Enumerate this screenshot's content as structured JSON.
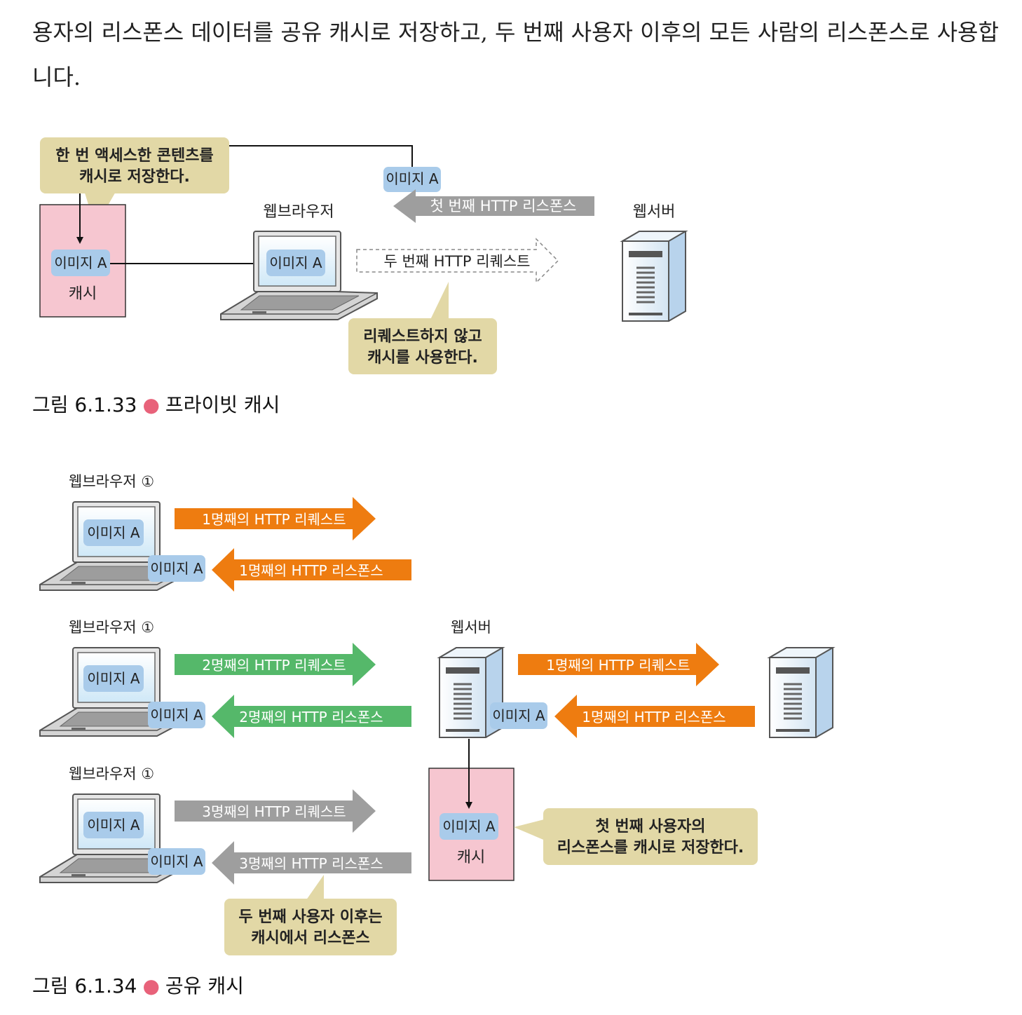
{
  "intro_text": "용자의 리스폰스 데이터를 공유 캐시로 저장하고, 두 번째 사용자 이후의 모든 사람의 리스폰스로 사용합니다.",
  "fig1": {
    "caption_number": "그림 6.1.33",
    "caption_title": "프라이빗 캐시",
    "callout_top": [
      "한 번 액세스한 콘텐츠를",
      "캐시로 저장한다."
    ],
    "cache_image": "이미지 A",
    "cache_label": "캐시",
    "browser_label": "웹브라우저",
    "browser_image": "이미지 A",
    "server_label": "웹서버",
    "response_image": "이미지 A",
    "first_response": "첫 번째 HTTP 리스폰스",
    "second_request": "두 번째 HTTP 리퀘스트",
    "callout_bottom": [
      "리퀘스트하지 않고",
      "캐시를 사용한다."
    ]
  },
  "fig2": {
    "caption_number": "그림 6.1.34",
    "caption_title": "공유 캐시",
    "browser_label": "웹브라우저 ①",
    "image_label": "이미지 A",
    "rows": [
      {
        "request": "1명째의 HTTP 리퀘스트",
        "response": "1명째의 HTTP 리스폰스",
        "color": "#ee7c10"
      },
      {
        "request": "2명째의 HTTP 리퀘스트",
        "response": "2명째의 HTTP 리스폰스",
        "color": "#55b86a"
      },
      {
        "request": "3명째의 HTTP 리퀘스트",
        "response": "3명째의 HTTP 리스폰스",
        "color": "#9e9e9e"
      }
    ],
    "proxy_label": "웹서버",
    "origin_request": "1명째의 HTTP 리퀘스트",
    "origin_response": "1명째의 HTTP 리스폰스",
    "origin_image": "이미지 A",
    "cache_image": "이미지 A",
    "cache_label": "캐시",
    "callout_cache": [
      "첫 번째 사용자의",
      "리스폰스를 캐시로 저장한다."
    ],
    "callout_bottom": [
      "두 번째 사용자 이후는",
      "캐시에서 리스폰스"
    ]
  },
  "colors": {
    "orange": "#ee7c10",
    "green": "#55b86a",
    "gray": "#9e9e9e",
    "callout": "#e2d8a6",
    "cache_box": "#f6c6d0",
    "image_chip": "#a9cbea",
    "caption_dot": "#e8627a"
  }
}
